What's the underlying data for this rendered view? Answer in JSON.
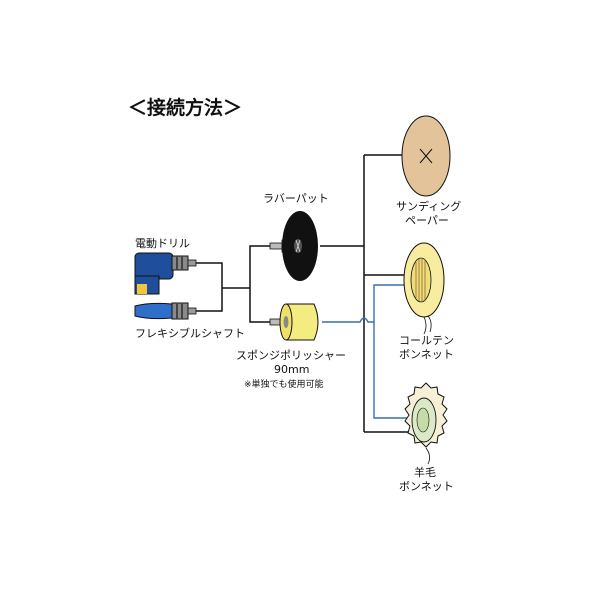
{
  "title": "＜接続方法＞",
  "colors": {
    "line": "#111111",
    "blue_line": "#3a6fb5",
    "drill_blue": "#1f4f9c",
    "sponge_yellow": "#f4ec80",
    "bonnet_yellow": "#f7eca0",
    "sanding_tan": "#e3c49a",
    "wool_green": "#dbe9c7",
    "rubber_black": "#111111"
  },
  "labels": {
    "electric_drill": "電動ドリル",
    "flexible_shaft": "フレキシブルシャフト",
    "rubber_pad": "ラバーパット",
    "sponge_polisher_1": "スポンジポリッシャー",
    "sponge_polisher_2": "90mm",
    "sponge_note": "※単独でも使用可能",
    "sanding_paper_1": "サンディング",
    "sanding_paper_2": "ペーパー",
    "cortex_bonnet_1": "コールテン",
    "cortex_bonnet_2": "ボンネット",
    "wool_bonnet_1": "羊毛",
    "wool_bonnet_2": "ボンネット"
  }
}
